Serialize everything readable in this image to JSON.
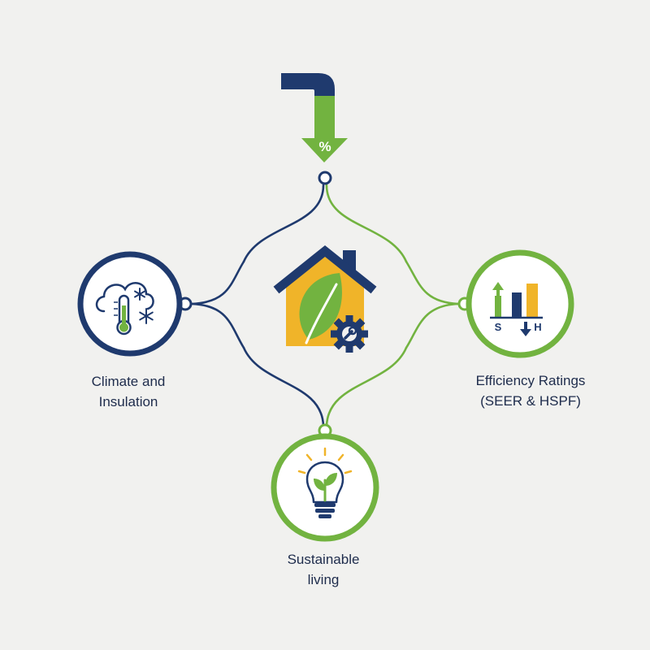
{
  "colors": {
    "background": "#f1f1ef",
    "navy": "#1f3a6e",
    "green": "#72b340",
    "yellow": "#f0b429",
    "text": "#1e2c4c"
  },
  "top_arrow": {
    "symbol": "%",
    "icon": "percent-down-arrow-icon"
  },
  "center_node": {
    "icon": "house-leaf-gear-icon"
  },
  "nodes": {
    "climate": {
      "icon": "thermometer-cloud-snowflake-icon",
      "label_line1": "Climate and",
      "label_line2": "Insulation"
    },
    "efficiency": {
      "icon": "bar-chart-arrows-icon",
      "axis_left": "S",
      "axis_right": "H",
      "label_line1": "Efficiency Ratings",
      "label_line2": "(SEER & HSPF)"
    },
    "sustainable": {
      "icon": "lightbulb-sprout-icon",
      "label_line1": "Sustainable",
      "label_line2": "living"
    }
  }
}
